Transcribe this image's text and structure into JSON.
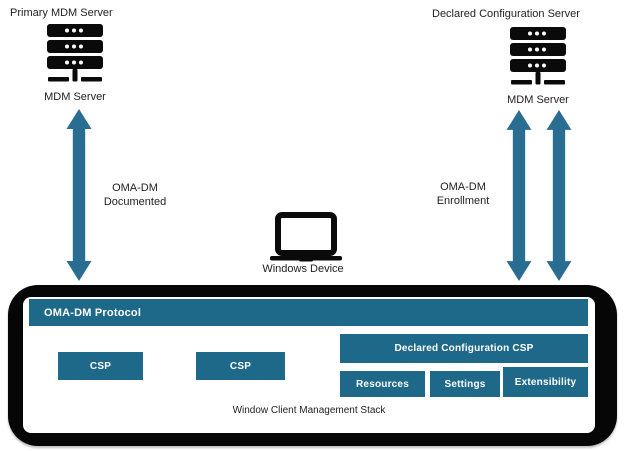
{
  "colors": {
    "teal_box": "#1e6889",
    "arrow": "#2a6d92",
    "icon_black": "#0a0a0a",
    "text": "#1f1f1f"
  },
  "primary_server": {
    "title": "Primary MDM Server",
    "label": "MDM Server"
  },
  "declared_server": {
    "title": "Declared Configuration Server",
    "label": "MDM Server"
  },
  "connections": {
    "documented": {
      "line1": "OMA-DM",
      "line2": "Documented"
    },
    "enrollment": {
      "line1": "OMA-DM",
      "line2": "Enrollment"
    }
  },
  "device": {
    "label": "Windows Device"
  },
  "stack": {
    "protocol": "OMA-DM Protocol",
    "csp_left": "CSP",
    "csp_middle": "CSP",
    "declared_csp": "Declared Configuration CSP",
    "modules": [
      "Resources",
      "Settings",
      "Extensibility"
    ],
    "caption": "Window Client Management Stack"
  }
}
